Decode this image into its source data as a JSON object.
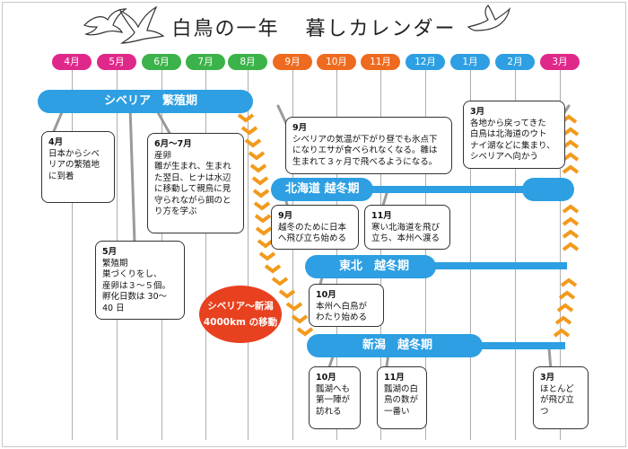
{
  "title": {
    "left": "白鳥の一年",
    "right": "暮しカレンダー"
  },
  "months": [
    {
      "label": "4月",
      "color": "#e0288a"
    },
    {
      "label": "5月",
      "color": "#e0288a"
    },
    {
      "label": "6月",
      "color": "#3cb34a"
    },
    {
      "label": "7月",
      "color": "#3cb34a"
    },
    {
      "label": "8月",
      "color": "#3cb34a"
    },
    {
      "label": "9月",
      "color": "#ee6a1f"
    },
    {
      "label": "10月",
      "color": "#ee6a1f"
    },
    {
      "label": "11月",
      "color": "#ee6a1f"
    },
    {
      "label": "12月",
      "color": "#2d9fe2"
    },
    {
      "label": "1月",
      "color": "#2d9fe2"
    },
    {
      "label": "2月",
      "color": "#2d9fe2"
    },
    {
      "label": "3月",
      "color": "#e0288a"
    }
  ],
  "bands": {
    "siberia": "シベリア　繁殖期",
    "hokkaido": "北海道 越冬期",
    "tohoku": "東北　越冬期",
    "niigata": "新潟　越冬期"
  },
  "migration": {
    "line1": "シベリア～新潟",
    "line2": "4000km の移動"
  },
  "cards": {
    "apr": {
      "month": "4月",
      "text": "日本からシベ\nリアの繁殖地\nに到着"
    },
    "may": {
      "month": "5月",
      "text": "繁殖期\n巣づくりをし、\n産卵は３～５個。\n孵化日数は 30～\n40 日"
    },
    "jun": {
      "month": "6月～7月",
      "text": "産卵\n雛が生まれ、生まれ\nた翌日、ヒナは水辺\nに移動して親鳥に見\n守られながら餌のと\nり方を学ぶ"
    },
    "sep_top": {
      "month": "9月",
      "text": "シベリアの気温が下がり昼でも氷点下\nになりエサが食べられなくなる。雛は\n生まれて３ヶ月で飛べるようになる。"
    },
    "mar_top": {
      "month": "3月",
      "text": "各地から戻ってきた\n白鳥は北海道のウト\nナイ湖などに集まり、\nシベリアへ向かう"
    },
    "sep_mid": {
      "month": "9月",
      "text": "越冬のために日本\nへ飛び立ち始める"
    },
    "nov_mid": {
      "month": "11月",
      "text": "寒い北海道を飛び\n立ち、本州へ渡る"
    },
    "oct": {
      "month": "10月",
      "text": "本州へ白鳥が\nわたり始める"
    },
    "oct_bot": {
      "month": "10月",
      "text": "瓢湖へも\n第一陣が\n訪れる"
    },
    "nov_bot": {
      "month": "11月",
      "text": "瓢湖の白\n鳥の数が\n一番い"
    },
    "mar_bot": {
      "month": "3月",
      "text": "ほとんど\nが飛び立\nつ"
    }
  },
  "colors": {
    "band": "#2d9fe2",
    "arrow": "#f29a1c",
    "bubble": "#e8411f",
    "line": "#aeaeae"
  }
}
